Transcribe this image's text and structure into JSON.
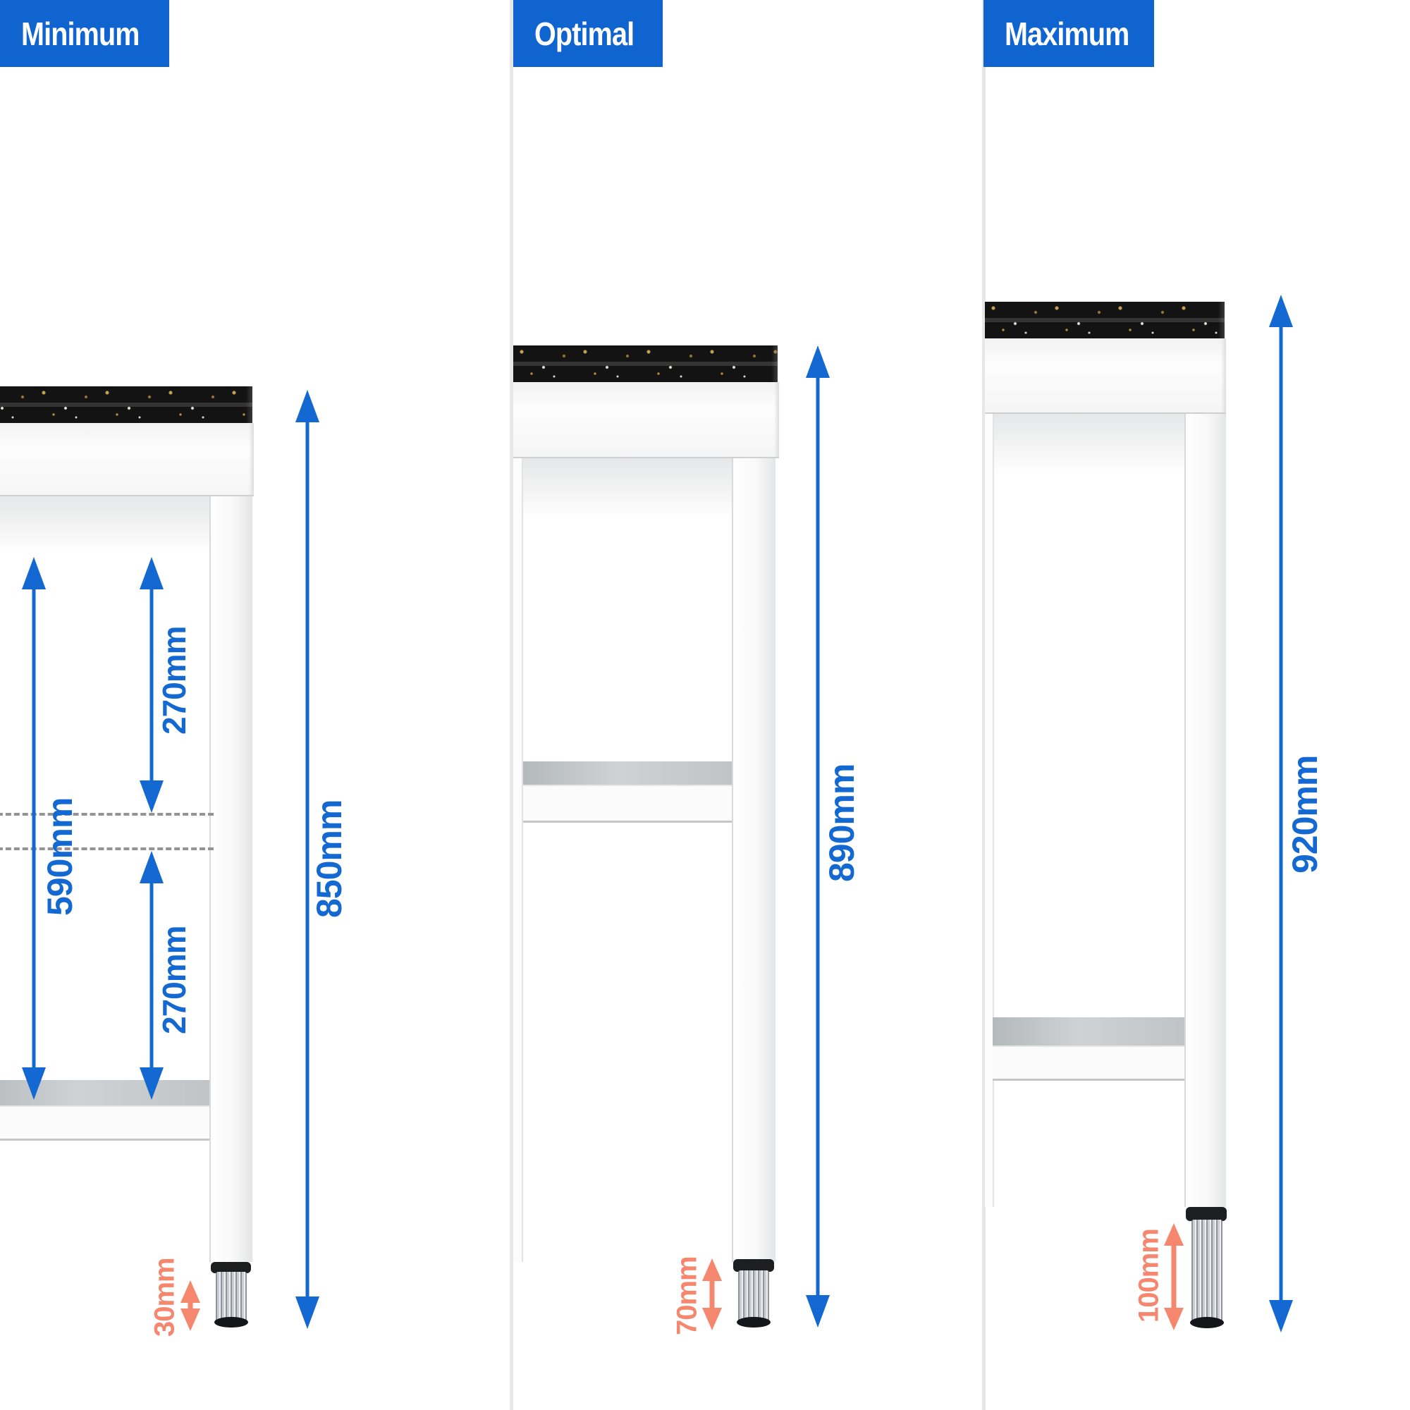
{
  "panels": [
    {
      "label": "Minimum",
      "total_height": "850mm",
      "foot_adjust": "30mm",
      "upper_gap": "270mm",
      "mid_span": "590mm",
      "lower_gap": "270mm"
    },
    {
      "label": "Optimal",
      "total_height": "890mm",
      "foot_adjust": "70mm"
    },
    {
      "label": "Maximum",
      "total_height": "920mm",
      "foot_adjust": "100mm"
    }
  ],
  "colors": {
    "accent_blue": "#1368d1",
    "accent_orange": "#f5876e",
    "header_bg": "#1064cf",
    "worktop": "#131313"
  }
}
